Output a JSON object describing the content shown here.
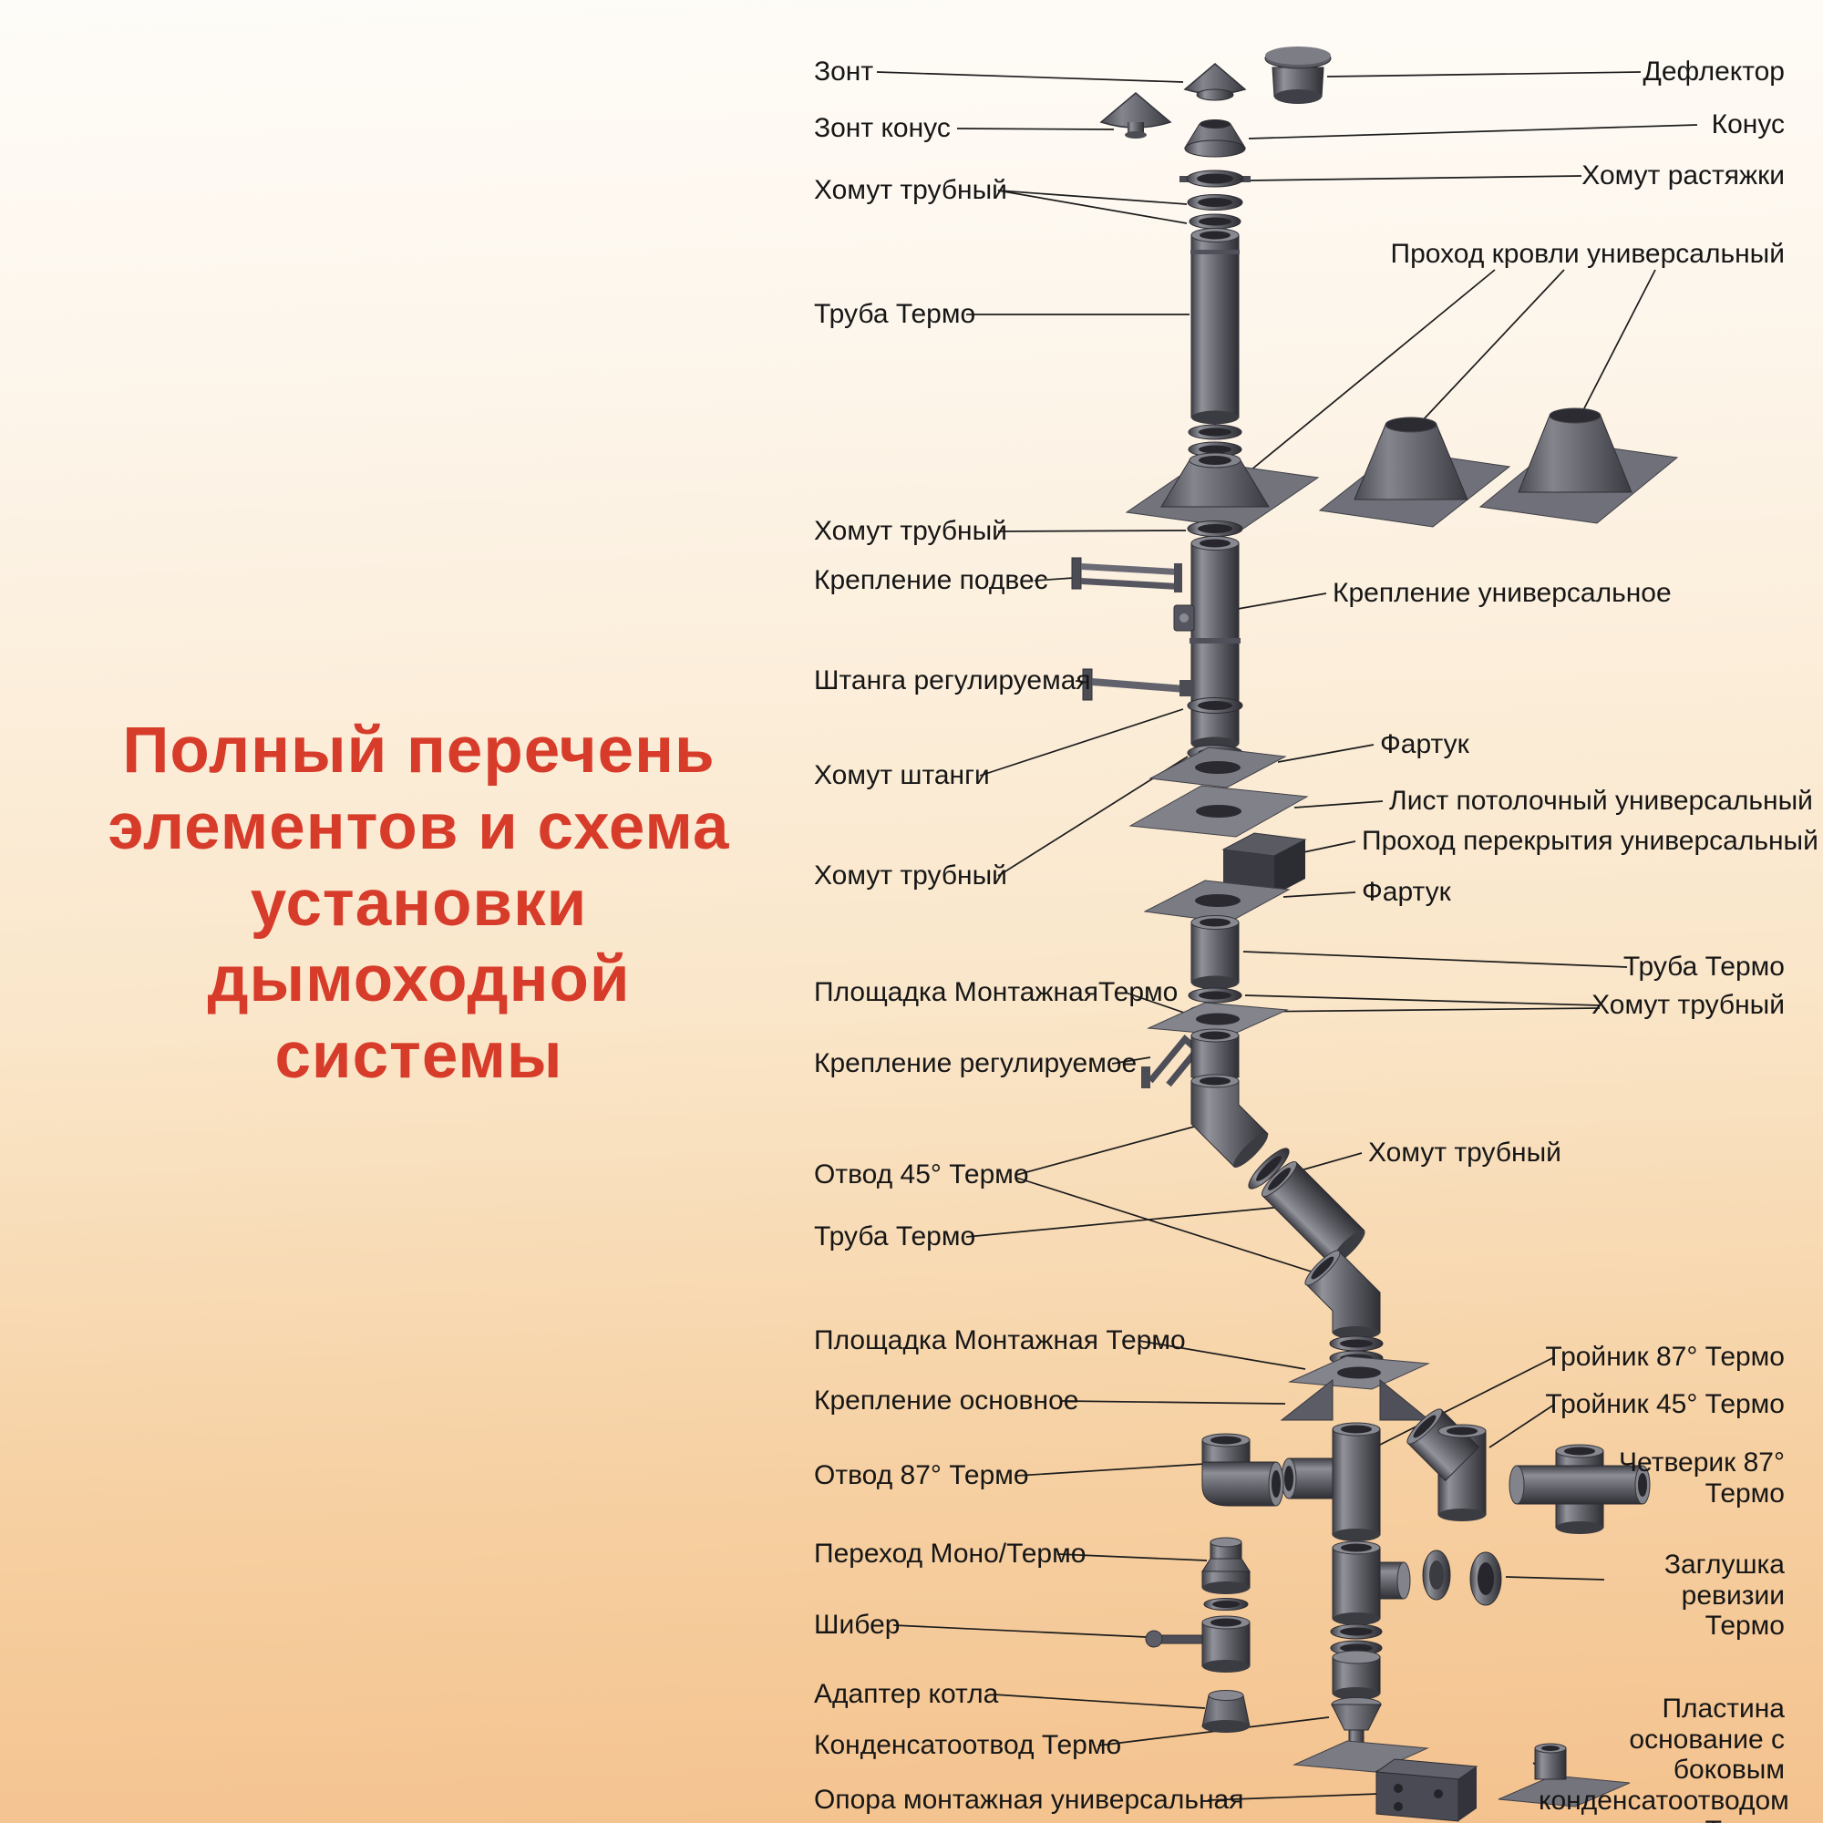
{
  "title": {
    "lines": [
      "Полный перечень",
      "элементов и схема",
      "установки",
      "дымоходной",
      "системы"
    ]
  },
  "colors": {
    "title_red": "#d73b2a",
    "bg_top": "#fefcf8",
    "bg_bottom": "#f4c28e",
    "metal": "#6a6a72"
  },
  "labels": {
    "left": [
      {
        "text": "Зонт"
      },
      {
        "text": "Зонт конус"
      },
      {
        "text": "Хомут трубный"
      },
      {
        "text": "Труба Термо"
      },
      {
        "text": "Хомут трубный"
      },
      {
        "text": "Крепление подвес"
      },
      {
        "text": "Штанга регулируемая"
      },
      {
        "text": "Хомут штанги"
      },
      {
        "text": "Хомут трубный"
      },
      {
        "text": "Площадка МонтажнаяТермо"
      },
      {
        "text": "Крепление регулируемое"
      },
      {
        "text": "Отвод 45° Термо"
      },
      {
        "text": "Труба Термо"
      },
      {
        "text": "Площадка Монтажная Термо"
      },
      {
        "text": "Крепление основное"
      },
      {
        "text": "Отвод 87° Термо"
      },
      {
        "text": "Переход Моно/Термо"
      },
      {
        "text": "Шибер"
      },
      {
        "text": "Адаптер котла"
      },
      {
        "text": "Конденсатоотвод Термо"
      },
      {
        "text": "Опора монтажная универсальная"
      }
    ],
    "right": [
      {
        "text": "Дефлектор"
      },
      {
        "text": "Конус"
      },
      {
        "text": "Хомут растяжки"
      },
      {
        "text": "Проход кровли универсальный"
      },
      {
        "text": "Крепление универсальное"
      },
      {
        "text": "Фартук"
      },
      {
        "text": "Лист потолочный универсальный"
      },
      {
        "text": "Проход перекрытия универсальный"
      },
      {
        "text": "Фартук"
      },
      {
        "text": "Труба Термо"
      },
      {
        "text": "Хомут трубный"
      },
      {
        "text": "Хомут трубный"
      },
      {
        "text": "Тройник 87° Термо"
      },
      {
        "text": "Тройник 45° Термо"
      },
      {
        "text": "Четверик 87° Термо"
      },
      {
        "text": "Заглушка ревизии Термо"
      },
      {
        "text": "Пластина основание с боковым конденсатоотводом Термо"
      }
    ]
  }
}
